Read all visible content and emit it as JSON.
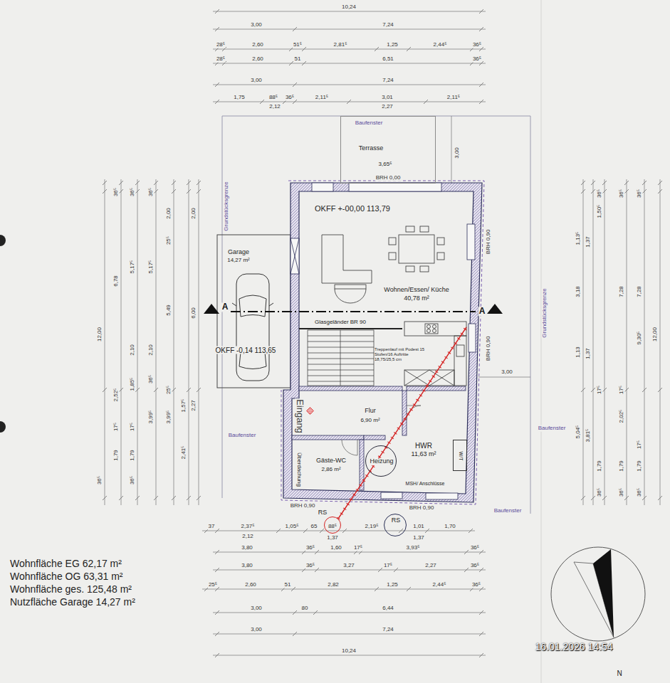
{
  "diagram": {
    "nodes": [
      {
        "text": [
          "Baufenster",
          "Terrasse",
          "3,65⁵"
        ]
      },
      {
        "text": [
          "OKFF +-00,00 113,79",
          "Wohnen/Essen/ Küche",
          "40,78 m²"
        ]
      },
      {
        "text": [
          "Garage",
          "14,27 m²"
        ]
      },
      {
        "text": [
          "Treppenlauf mit Podest 15 Stufen/16 Auftritte 18,75/25,5 cm"
        ]
      },
      {
        "text": [
          "Flur",
          "6,90 m²"
        ]
      },
      {
        "text": [
          "Gäste-WC",
          "2,86 m²"
        ]
      },
      {
        "text": [
          "HWR",
          "11,63 m²"
        ]
      },
      {
        "text": [
          "Heizung"
        ],
        "in": 6
      },
      {
        "text": [
          "W/T"
        ],
        "in": 6
      },
      {
        "text": [
          "RS"
        ]
      },
      {
        "text": [
          "RS"
        ]
      }
    ],
    "labels": [
      "10,24",
      "3,00",
      "7,24",
      "28⁵",
      "2,60",
      "51⁵",
      "2,81⁵",
      "1,25",
      "2,44⁵",
      "36⁵",
      "28⁵",
      "2,60",
      "51",
      "6,51",
      "36⁵",
      "3,00",
      "7,24",
      "1,75",
      "88⁵",
      "36⁵",
      "2,11⁵",
      "3,01",
      "2,11⁵",
      "2,12",
      "2,27",
      "12,00",
      "36⁵",
      "36⁵",
      "6,78",
      "2,52⁵",
      "17⁵",
      "1,79",
      "36⁵",
      "5,17⁵",
      "2,10",
      "1,85⁵",
      "17⁵",
      "1,79",
      "36⁵",
      "36⁵",
      "5,17⁵",
      "2,10",
      "36⁵",
      "3,99⁵",
      "2,00",
      "25⁵",
      "5,49",
      "25⁵",
      "3,99⁵",
      "1,57⁵",
      "2,41⁵",
      "2,00",
      "6,00",
      "2,27",
      "36⁵",
      "1,50⁵",
      "1,13⁵",
      "1,37",
      "3,18",
      "1,13",
      "1,37",
      "17⁵",
      "5,04⁵",
      "3,81⁵",
      "1,79",
      "36⁵",
      "36⁵",
      "7,28",
      "17⁵",
      "2,02⁵",
      "1,79",
      "36⁵",
      "36⁵",
      "7,28",
      "9,30⁵",
      "17⁵",
      "1,79",
      "36⁵",
      "12,00",
      "37",
      "2,37⁵",
      "1,05⁵",
      "65",
      "88⁵",
      "2,19⁵",
      "1,01",
      "1,70",
      "2,12",
      "1,37",
      "1,37",
      "3,80",
      "36⁵",
      "1,60",
      "17⁵",
      "3,93⁵",
      "36⁵",
      "3,80",
      "36⁵",
      "3,27",
      "17⁵",
      "2,27",
      "36⁵",
      "25⁵",
      "2,60",
      "51",
      "2,82",
      "1,25",
      "2,44⁵",
      "36⁵",
      "3,00",
      "80",
      "6,44",
      "3,00",
      "7,24",
      "10,24",
      "Grundstücksgrenze",
      "Grundstücksgrenze",
      "Baufenster",
      "Baufenster",
      "Baufenster",
      "3,00",
      "BRH 0,00",
      "BRH 0,90",
      "BRH 0,90",
      "3,00",
      "Glasgeländer BR 90",
      "Eingang",
      "Überdachung",
      "BRH 0,90",
      "BRH 0,90",
      "MSH/ Anschlüsse",
      "A",
      "A",
      "OKFF -0,14 113,65",
      "Wohnfläche EG 62,17 m²",
      "Wohnfläche OG 63,31 m²",
      "Wohnfläche ges. 125,48 m²",
      "Nutzfläche Garage 14,27 m²",
      "16.01.2026 14:54",
      "N"
    ]
  }
}
